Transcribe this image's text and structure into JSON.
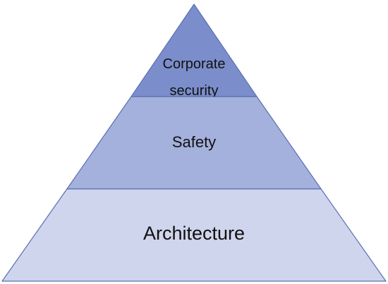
{
  "pyramid": {
    "tiers": [
      {
        "label_lines": [
          "Corporate",
          "security"
        ],
        "fill": "#7b8ecb"
      },
      {
        "label_lines": [
          "Safety"
        ],
        "fill": "#a4b1dc"
      },
      {
        "label_lines": [
          "Architecture"
        ],
        "fill": "#cfd5ec"
      }
    ],
    "outline_color": "#5a6fb3"
  }
}
